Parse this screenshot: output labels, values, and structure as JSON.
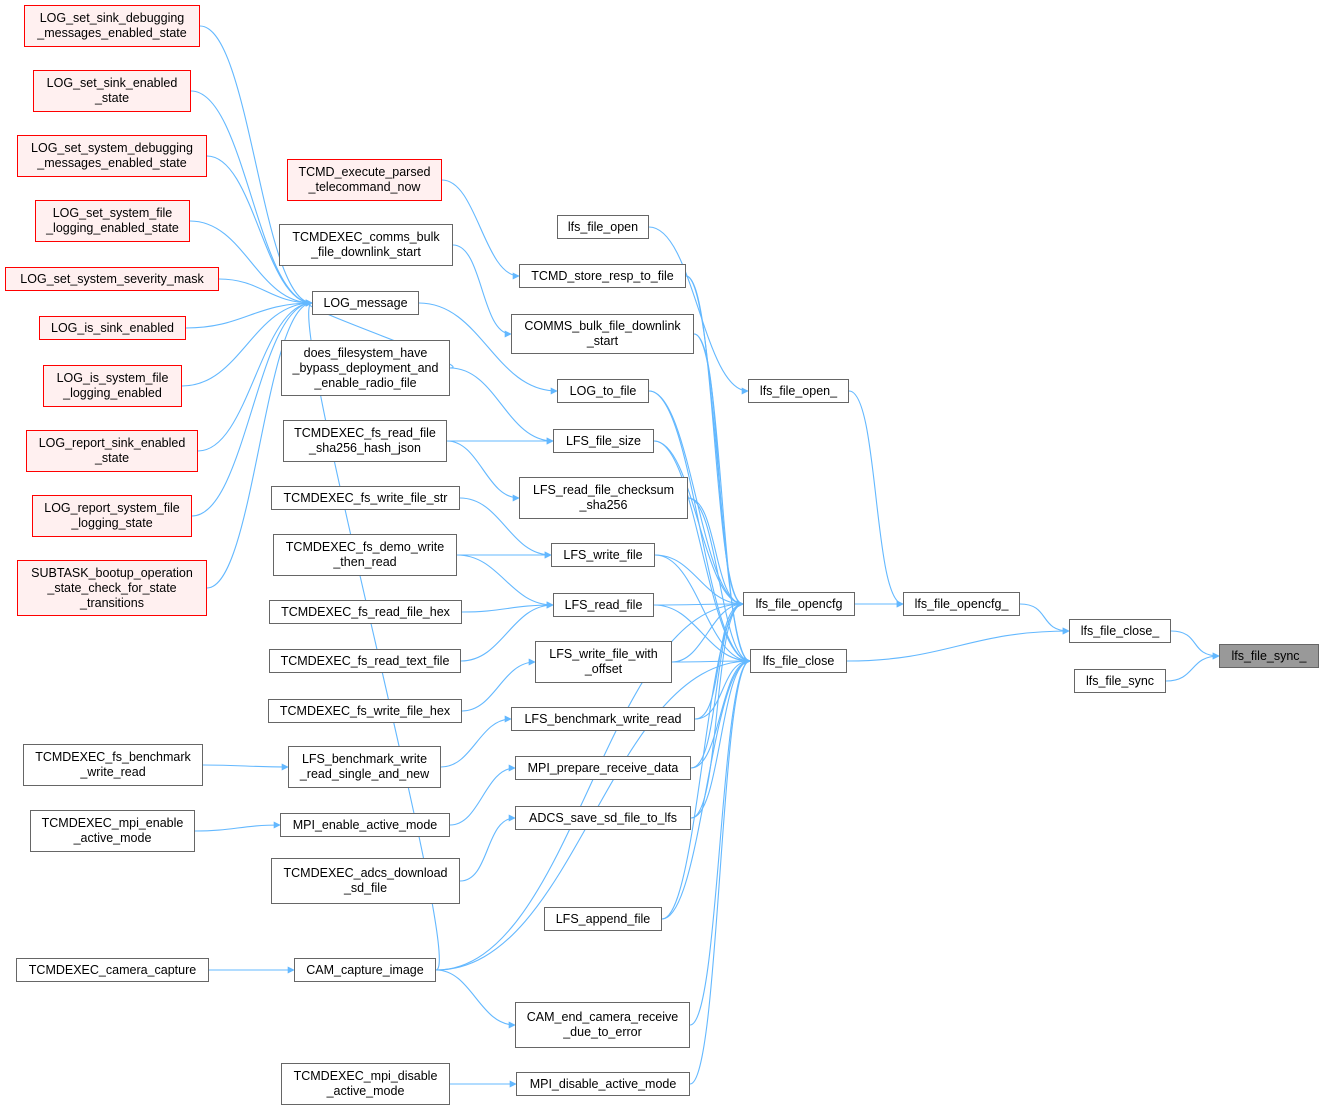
{
  "diagram": {
    "edge_color": "#63b8ff",
    "node_border_color": "#666666",
    "truncated_node_border_color": "#ff0000",
    "truncated_node_fill_color": "#fff0f0",
    "focus_node_fill_color": "#999999",
    "nodes": [
      {
        "id": "n0",
        "label": "lfs_file_sync_",
        "kind": "focus"
      },
      {
        "id": "n1",
        "label": "lfs_file_close_",
        "kind": "normal"
      },
      {
        "id": "n2",
        "label": "lfs_file_sync",
        "kind": "normal"
      },
      {
        "id": "n3",
        "label": "lfs_file_opencfg_",
        "kind": "normal"
      },
      {
        "id": "n4",
        "label": "lfs_file_opencfg",
        "kind": "normal"
      },
      {
        "id": "n5",
        "label": "lfs_file_close",
        "kind": "normal"
      },
      {
        "id": "n6",
        "label": "lfs_file_open_",
        "kind": "normal"
      },
      {
        "id": "n7",
        "label": "lfs_file_open",
        "kind": "normal"
      },
      {
        "id": "n8",
        "label": "TCMD_store_resp_to_file",
        "kind": "normal"
      },
      {
        "id": "n9",
        "label": "TCMD_execute_parsed\n_telecommand_now",
        "kind": "truncated"
      },
      {
        "id": "n10",
        "label": "COMMS_bulk_file_downlink\n_start",
        "kind": "normal"
      },
      {
        "id": "n11",
        "label": "TCMDEXEC_comms_bulk\n_file_downlink_start",
        "kind": "normal"
      },
      {
        "id": "n12",
        "label": "LOG_to_file",
        "kind": "normal"
      },
      {
        "id": "n13",
        "label": "LOG_message",
        "kind": "normal"
      },
      {
        "id": "n14",
        "label": "LOG_set_sink_debugging\n_messages_enabled_state",
        "kind": "truncated"
      },
      {
        "id": "n15",
        "label": "LOG_set_sink_enabled\n_state",
        "kind": "truncated"
      },
      {
        "id": "n16",
        "label": "LOG_set_system_debugging\n_messages_enabled_state",
        "kind": "truncated"
      },
      {
        "id": "n17",
        "label": "LOG_set_system_file\n_logging_enabled_state",
        "kind": "truncated"
      },
      {
        "id": "n18",
        "label": "LOG_set_system_severity_mask",
        "kind": "truncated"
      },
      {
        "id": "n19",
        "label": "LOG_is_sink_enabled",
        "kind": "truncated"
      },
      {
        "id": "n20",
        "label": "LOG_is_system_file\n_logging_enabled",
        "kind": "truncated"
      },
      {
        "id": "n21",
        "label": "LOG_report_sink_enabled\n_state",
        "kind": "truncated"
      },
      {
        "id": "n22",
        "label": "LOG_report_system_file\n_logging_state",
        "kind": "truncated"
      },
      {
        "id": "n23",
        "label": "SUBTASK_bootup_operation\n_state_check_for_state\n_transitions",
        "kind": "truncated"
      },
      {
        "id": "n24",
        "label": "LFS_file_size",
        "kind": "normal"
      },
      {
        "id": "n25",
        "label": "does_filesystem_have\n_bypass_deployment_and\n_enable_radio_file",
        "kind": "normal"
      },
      {
        "id": "n26",
        "label": "TCMDEXEC_fs_read_file\n_sha256_hash_json",
        "kind": "normal"
      },
      {
        "id": "n27",
        "label": "LFS_read_file_checksum\n_sha256",
        "kind": "normal"
      },
      {
        "id": "n28",
        "label": "LFS_write_file",
        "kind": "normal"
      },
      {
        "id": "n29",
        "label": "TCMDEXEC_fs_write_file_str",
        "kind": "normal"
      },
      {
        "id": "n30",
        "label": "TCMDEXEC_fs_demo_write\n_then_read",
        "kind": "normal"
      },
      {
        "id": "n31",
        "label": "LFS_read_file",
        "kind": "normal"
      },
      {
        "id": "n32",
        "label": "TCMDEXEC_fs_read_file_hex",
        "kind": "normal"
      },
      {
        "id": "n33",
        "label": "TCMDEXEC_fs_read_text_file",
        "kind": "normal"
      },
      {
        "id": "n34",
        "label": "LFS_write_file_with\n_offset",
        "kind": "normal"
      },
      {
        "id": "n35",
        "label": "TCMDEXEC_fs_write_file_hex",
        "kind": "normal"
      },
      {
        "id": "n36",
        "label": "LFS_benchmark_write_read",
        "kind": "normal"
      },
      {
        "id": "n37",
        "label": "LFS_benchmark_write\n_read_single_and_new",
        "kind": "normal"
      },
      {
        "id": "n38",
        "label": "TCMDEXEC_fs_benchmark\n_write_read",
        "kind": "normal"
      },
      {
        "id": "n39",
        "label": "MPI_prepare_receive_data",
        "kind": "normal"
      },
      {
        "id": "n40",
        "label": "MPI_enable_active_mode",
        "kind": "normal"
      },
      {
        "id": "n41",
        "label": "TCMDEXEC_mpi_enable\n_active_mode",
        "kind": "normal"
      },
      {
        "id": "n42",
        "label": "ADCS_save_sd_file_to_lfs",
        "kind": "normal"
      },
      {
        "id": "n43",
        "label": "TCMDEXEC_adcs_download\n_sd_file",
        "kind": "normal"
      },
      {
        "id": "n44",
        "label": "LFS_append_file",
        "kind": "normal"
      },
      {
        "id": "n45",
        "label": "CAM_capture_image",
        "kind": "normal"
      },
      {
        "id": "n46",
        "label": "TCMDEXEC_camera_capture",
        "kind": "normal"
      },
      {
        "id": "n47",
        "label": "CAM_end_camera_receive\n_due_to_error",
        "kind": "normal"
      },
      {
        "id": "n48",
        "label": "MPI_disable_active_mode",
        "kind": "normal"
      },
      {
        "id": "n49",
        "label": "TCMDEXEC_mpi_disable\n_active_mode",
        "kind": "normal"
      }
    ],
    "edges": [
      [
        "n1",
        "n0"
      ],
      [
        "n2",
        "n0"
      ],
      [
        "n3",
        "n1"
      ],
      [
        "n5",
        "n1"
      ],
      [
        "n4",
        "n3"
      ],
      [
        "n6",
        "n3"
      ],
      [
        "n7",
        "n6"
      ],
      [
        "n8",
        "n4"
      ],
      [
        "n8",
        "n5"
      ],
      [
        "n9",
        "n8"
      ],
      [
        "n10",
        "n4"
      ],
      [
        "n10",
        "n5"
      ],
      [
        "n11",
        "n10"
      ],
      [
        "n12",
        "n4"
      ],
      [
        "n12",
        "n5"
      ],
      [
        "n13",
        "n12"
      ],
      [
        "n14",
        "n13"
      ],
      [
        "n15",
        "n13"
      ],
      [
        "n16",
        "n13"
      ],
      [
        "n17",
        "n13"
      ],
      [
        "n18",
        "n13"
      ],
      [
        "n19",
        "n13"
      ],
      [
        "n20",
        "n13"
      ],
      [
        "n21",
        "n13"
      ],
      [
        "n22",
        "n13"
      ],
      [
        "n23",
        "n13"
      ],
      [
        "n24",
        "n4"
      ],
      [
        "n24",
        "n5"
      ],
      [
        "n25",
        "n24"
      ],
      [
        "n26",
        "n24"
      ],
      [
        "n27",
        "n4"
      ],
      [
        "n27",
        "n5"
      ],
      [
        "n26",
        "n27"
      ],
      [
        "n28",
        "n4"
      ],
      [
        "n28",
        "n5"
      ],
      [
        "n29",
        "n28"
      ],
      [
        "n30",
        "n28"
      ],
      [
        "n31",
        "n4"
      ],
      [
        "n31",
        "n5"
      ],
      [
        "n30",
        "n31"
      ],
      [
        "n32",
        "n31"
      ],
      [
        "n33",
        "n31"
      ],
      [
        "n34",
        "n4"
      ],
      [
        "n34",
        "n5"
      ],
      [
        "n35",
        "n34"
      ],
      [
        "n36",
        "n4"
      ],
      [
        "n36",
        "n5"
      ],
      [
        "n37",
        "n36"
      ],
      [
        "n38",
        "n37"
      ],
      [
        "n39",
        "n4"
      ],
      [
        "n39",
        "n5"
      ],
      [
        "n40",
        "n39"
      ],
      [
        "n41",
        "n40"
      ],
      [
        "n42",
        "n4"
      ],
      [
        "n42",
        "n5"
      ],
      [
        "n43",
        "n42"
      ],
      [
        "n44",
        "n4"
      ],
      [
        "n44",
        "n5"
      ],
      [
        "n45",
        "n4"
      ],
      [
        "n45",
        "n5"
      ],
      [
        "n46",
        "n45"
      ],
      [
        "n47",
        "n5"
      ],
      [
        "n45",
        "n47"
      ],
      [
        "n48",
        "n5"
      ],
      [
        "n49",
        "n48"
      ],
      [
        "n45",
        "n13"
      ],
      [
        "n25",
        "n13"
      ]
    ]
  }
}
